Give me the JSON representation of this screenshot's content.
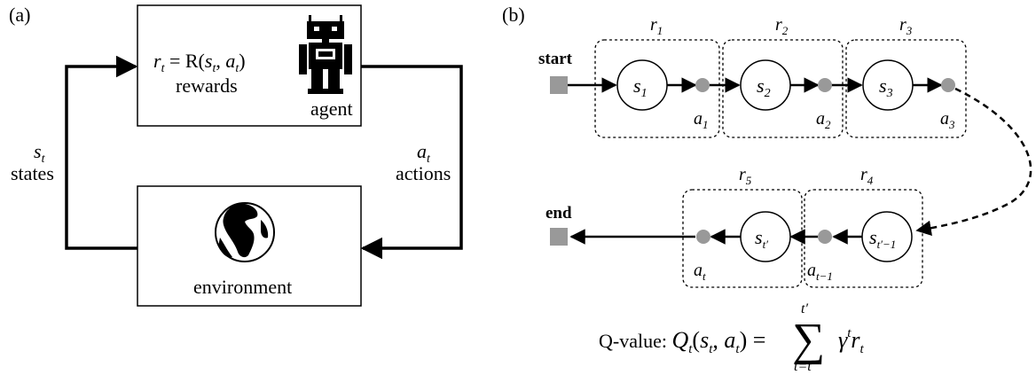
{
  "panel_a": {
    "label": "(a)",
    "agent_box": {
      "reward_eq": {
        "r": "r",
        "sub_t": "t",
        "eq": " = R(",
        "s": "s",
        "sub_t2": "t",
        "comma": ", ",
        "a": "a",
        "sub_t3": "t",
        "close": ")"
      },
      "rewards_label": "rewards",
      "agent_label": "agent",
      "icon": "robot-icon"
    },
    "env_box": {
      "env_label": "environment",
      "icon": "globe-icon"
    },
    "left_loop": {
      "sym": "s",
      "sub": "t",
      "label": "states"
    },
    "right_loop": {
      "sym": "a",
      "sub": "t",
      "label": "actions"
    }
  },
  "panel_b": {
    "label": "(b)",
    "start_label": "start",
    "end_label": "end",
    "rewards": [
      {
        "sym": "r",
        "sub": "1"
      },
      {
        "sym": "r",
        "sub": "2"
      },
      {
        "sym": "r",
        "sub": "3"
      },
      {
        "sym": "r",
        "sub": "5"
      },
      {
        "sym": "r",
        "sub": "4"
      }
    ],
    "states": [
      {
        "sym": "s",
        "sub": "1"
      },
      {
        "sym": "s",
        "sub": "2"
      },
      {
        "sym": "s",
        "sub": "3"
      },
      {
        "sym": "s",
        "sub": "t′"
      },
      {
        "sym": "s",
        "sub": "t′−1"
      }
    ],
    "actions": [
      {
        "sym": "a",
        "sub": "1"
      },
      {
        "sym": "a",
        "sub": "2"
      },
      {
        "sym": "a",
        "sub": "3"
      },
      {
        "sym": "a",
        "sub": "t"
      },
      {
        "sym": "a",
        "sub": "t−1"
      }
    ],
    "qvalue": {
      "prefix": "Q-value: ",
      "Q": "Q",
      "Q_sub": "t",
      "open": "(",
      "s": "s",
      "s_sub": "t",
      "comma": ", ",
      "a": "a",
      "a_sub": "t",
      "close": ") = ",
      "sum": "∑",
      "sum_top": "t′",
      "sum_bottom": "t=t",
      "gamma": "γ",
      "gamma_sup": "t",
      "r": "r",
      "r_sub": "t"
    },
    "colors": {
      "node_gray": "#999999",
      "box_gray": "#9a9a9a"
    }
  }
}
